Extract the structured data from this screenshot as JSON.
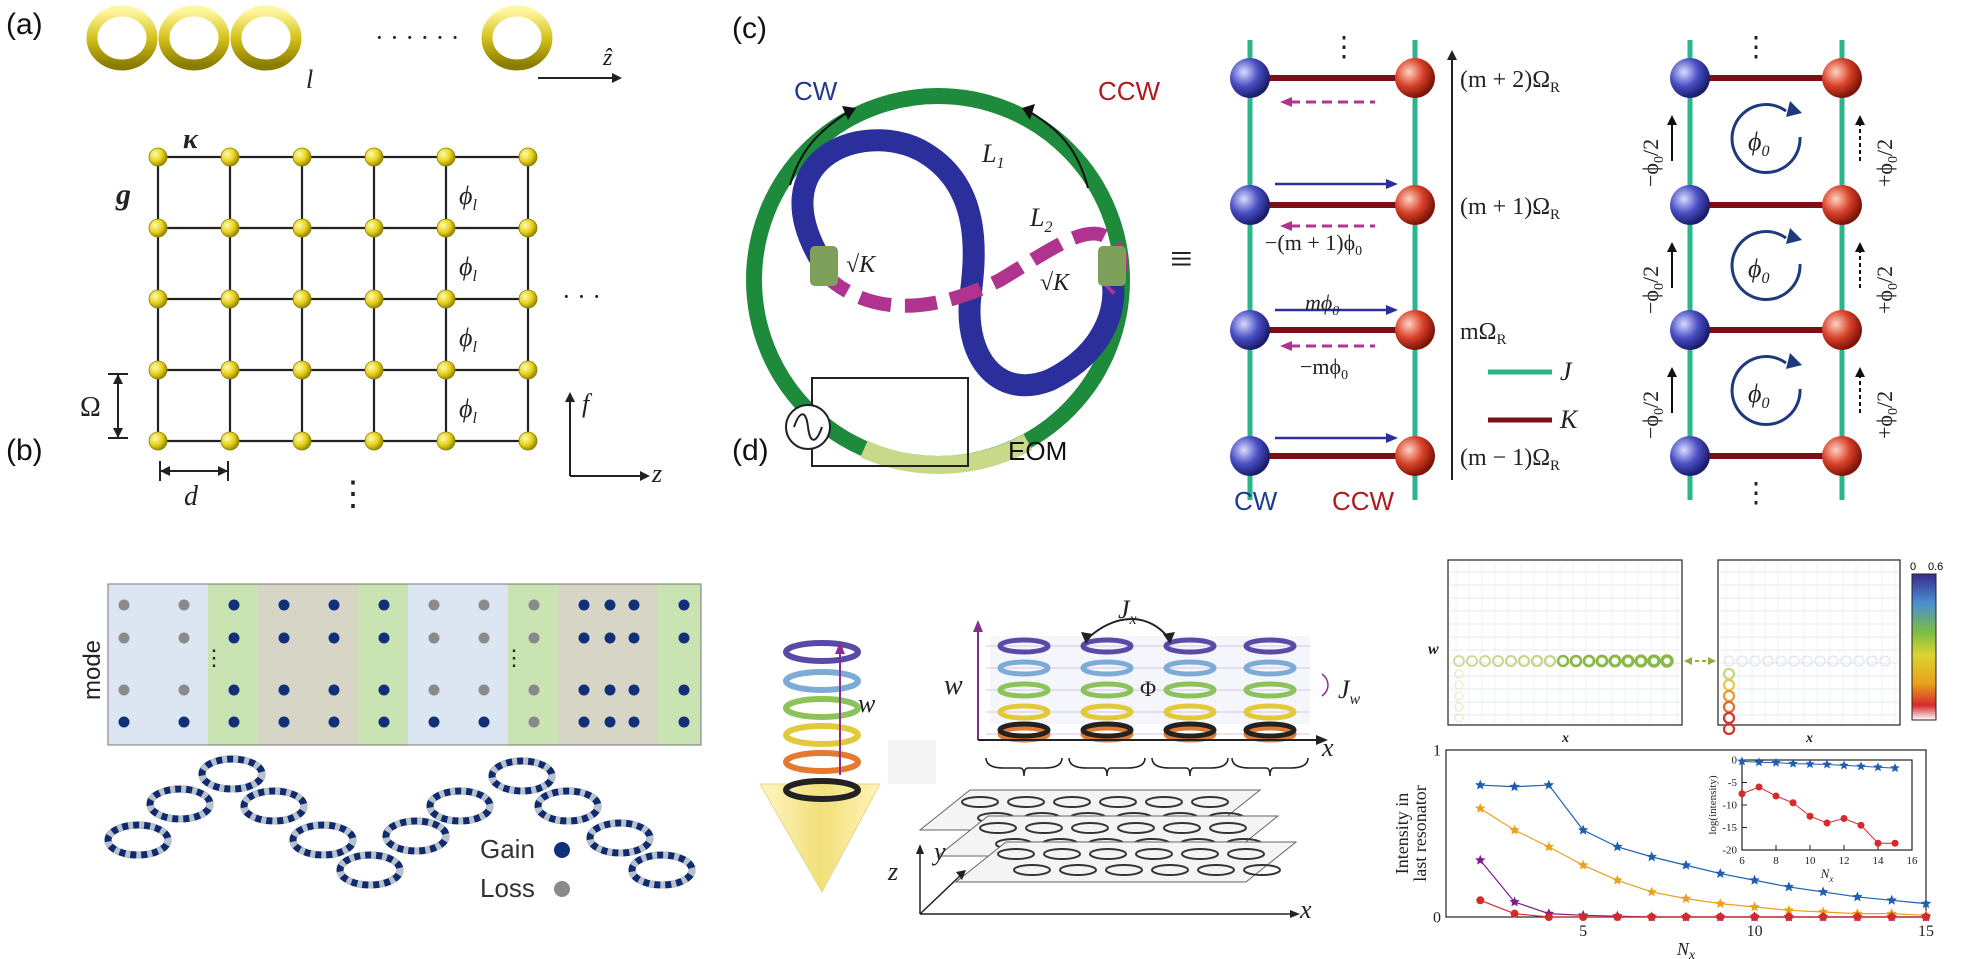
{
  "panel_labels": {
    "a": "(a)",
    "b": "(b)",
    "c": "(c)",
    "d": "(d)"
  },
  "panel_a": {
    "ring_label": "l",
    "dots": "· · · · · ·",
    "z_axis": "ẑ",
    "kappa": "κ",
    "g": "g",
    "phi": "ϕ",
    "phi_sub": "l",
    "Omega": "Ω",
    "d": "d",
    "f": "f",
    "z": "z",
    "ellipsis_right": "· · ·",
    "ellipsis_bottom": "⋮"
  },
  "panel_b": {
    "mode_label": "mode",
    "gain_label": "Gain",
    "loss_label": "Loss",
    "colors": {
      "gain": "#12307a",
      "loss": "#8a8a8a",
      "blue_band": "#dce6f3",
      "green_band": "#c9e3b3",
      "tan_band": "#d6d5c6"
    }
  },
  "panel_c": {
    "cw": "CW",
    "ccw": "CCW",
    "L1": "L",
    "L1_sub": "1",
    "L2": "L",
    "L2_sub": "2",
    "sqrtK": "√K",
    "equiv": "≡",
    "eom": "EOM",
    "levels": [
      "(m + 2)Ω",
      "(m + 1)Ω",
      "mΩ",
      "(m − 1)Ω"
    ],
    "level_sub": "R",
    "phase_m1": "−(m + 1)ϕ",
    "phase_m": "mϕ",
    "phase_negm": "−mϕ",
    "phase_sub": "0",
    "J": "J",
    "K": "K",
    "minus_phi_half": "−ϕ",
    "plus_phi_half": "+ϕ",
    "half": "/2",
    "phi0": "ϕ",
    "colors": {
      "cw": "#1f3a93",
      "ccw": "#b0191e",
      "J": "#2bb58a",
      "K": "#7a0f16",
      "phase": "#b0338f",
      "ring": "#1e8a3c"
    }
  },
  "panel_d": {
    "w": "w",
    "Jx": "J",
    "Jx_sub": "x",
    "Jw": "J",
    "Jw_sub": "w",
    "Phi": "Φ",
    "x": "x",
    "y": "y",
    "z": "z",
    "heatmap_w": "w",
    "heatmap_x1": "x",
    "heatmap_x2": "x",
    "cbar_min": "0",
    "cbar_max": "0.6"
  },
  "chart_data": [
    {
      "type": "line",
      "ylabel": "Intensity in last resonator",
      "xlabel": "N",
      "xlabel_sub": "x",
      "xlim": [
        1,
        15
      ],
      "ylim": [
        0,
        1
      ],
      "xticks": [
        5,
        10,
        15
      ],
      "yticks": [
        0,
        1
      ],
      "series": [
        {
          "color": "#1f5fb0",
          "marker": "star",
          "x": [
            2,
            3,
            4,
            5,
            6,
            7,
            8,
            9,
            10,
            11,
            12,
            13,
            14,
            15
          ],
          "values": [
            0.79,
            0.78,
            0.79,
            0.52,
            0.42,
            0.36,
            0.31,
            0.26,
            0.22,
            0.18,
            0.15,
            0.12,
            0.1,
            0.08
          ]
        },
        {
          "color": "#e8a21c",
          "marker": "star",
          "x": [
            2,
            3,
            4,
            5,
            6,
            7,
            8,
            9,
            10,
            11,
            12,
            13,
            14,
            15
          ],
          "values": [
            0.65,
            0.52,
            0.42,
            0.31,
            0.22,
            0.15,
            0.11,
            0.08,
            0.06,
            0.04,
            0.03,
            0.02,
            0.02,
            0.01
          ]
        },
        {
          "color": "#7a1f8a",
          "marker": "star",
          "x": [
            2,
            3,
            4,
            5,
            6,
            7,
            8,
            9,
            10,
            11,
            12,
            13,
            14,
            15
          ],
          "values": [
            0.34,
            0.09,
            0.02,
            0.01,
            0.005,
            0.0,
            0.0,
            0.0,
            0.0,
            0.0,
            0.0,
            0.0,
            0.0,
            0.0
          ]
        },
        {
          "color": "#d62a2a",
          "marker": "circle",
          "x": [
            2,
            3,
            4,
            5,
            6,
            7,
            8,
            9,
            10,
            11,
            12,
            13,
            14,
            15
          ],
          "values": [
            0.1,
            0.02,
            0.0,
            0.0,
            0.0,
            0.0,
            0.0,
            0.0,
            0.0,
            0.0,
            0.0,
            0.0,
            0.0,
            0.0
          ]
        }
      ]
    },
    {
      "type": "line",
      "ylabel": "log(intensity)",
      "xlabel": "N",
      "xlabel_sub": "x",
      "xlim": [
        6,
        16
      ],
      "ylim": [
        -20,
        0
      ],
      "xticks": [
        6,
        8,
        10,
        12,
        14,
        16
      ],
      "yticks": [
        0,
        -5,
        -10,
        -15,
        -20
      ],
      "series": [
        {
          "color": "#1f5fb0",
          "marker": "star",
          "x": [
            6,
            7,
            8,
            9,
            10,
            11,
            12,
            13,
            14,
            15
          ],
          "values": [
            -0.3,
            -0.5,
            -0.6,
            -0.8,
            -0.9,
            -1.0,
            -1.2,
            -1.4,
            -1.6,
            -1.8
          ]
        },
        {
          "color": "#d62a2a",
          "marker": "circle",
          "x": [
            6,
            7,
            8,
            9,
            10,
            11,
            12,
            13,
            14,
            15
          ],
          "values": [
            -7.5,
            -6.0,
            -8.0,
            -9.5,
            -12.5,
            -14.0,
            -13.0,
            -14.5,
            -18.5,
            -18.5
          ]
        }
      ]
    }
  ]
}
